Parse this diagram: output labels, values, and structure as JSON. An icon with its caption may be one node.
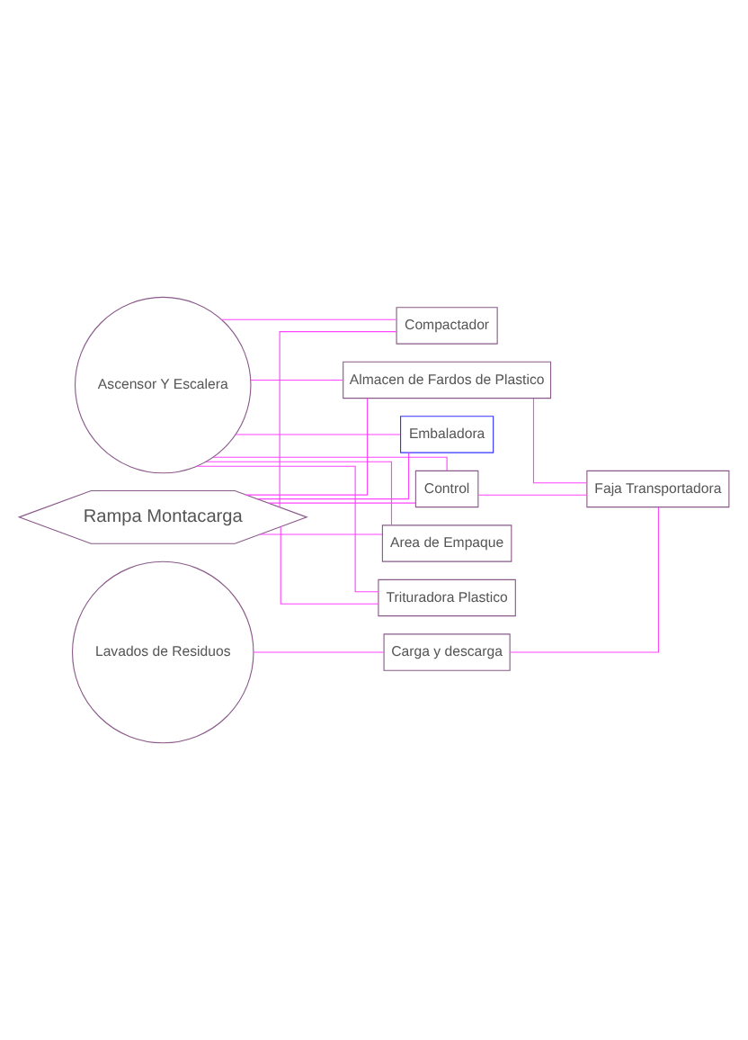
{
  "diagram": {
    "nodes": [
      {
        "text": [
          "Almacen de Fardos de Plastico"
        ]
      },
      {
        "text": [
          "Ascensor Y Escalera"
        ]
      },
      {
        "text": [
          "Embaladora"
        ]
      },
      {
        "text": [
          "Area de Empaque"
        ]
      },
      {
        "text": [
          "Rampa Montacarga"
        ]
      },
      {
        "text": [
          "Control"
        ]
      },
      {
        "text": [
          "Faja Transportadora"
        ]
      },
      {
        "text": [
          "Trituradora Plastico"
        ]
      },
      {
        "text": [
          "Lavados de Residuos"
        ]
      },
      {
        "text": [
          "Compactador"
        ]
      },
      {
        "text": [
          "Carga y descarga"
        ]
      }
    ],
    "edges": [
      {
        "from": 1,
        "to": 0,
        "arrow": "none"
      },
      {
        "from": 1,
        "to": 2,
        "arrow": "none"
      },
      {
        "from": 1,
        "to": 3,
        "arrow": "none"
      },
      {
        "from": 1,
        "to": 5,
        "arrow": "none"
      },
      {
        "from": 1,
        "to": 7,
        "arrow": "none"
      },
      {
        "from": 1,
        "to": 9,
        "arrow": "none"
      },
      {
        "from": 4,
        "to": 0,
        "arrow": "none"
      },
      {
        "from": 4,
        "to": 2,
        "arrow": "none"
      },
      {
        "from": 4,
        "to": 3,
        "arrow": "none"
      },
      {
        "from": 4,
        "to": 5,
        "arrow": "none"
      },
      {
        "from": 4,
        "to": 7,
        "arrow": "none"
      },
      {
        "from": 4,
        "to": 9,
        "arrow": "none"
      },
      {
        "from": 0,
        "to": 6,
        "arrow": "none"
      },
      {
        "from": 5,
        "to": 6,
        "arrow": "none"
      },
      {
        "from": 6,
        "to": 10,
        "arrow": "none"
      },
      {
        "from": 8,
        "to": 10,
        "arrow": "none"
      }
    ]
  }
}
